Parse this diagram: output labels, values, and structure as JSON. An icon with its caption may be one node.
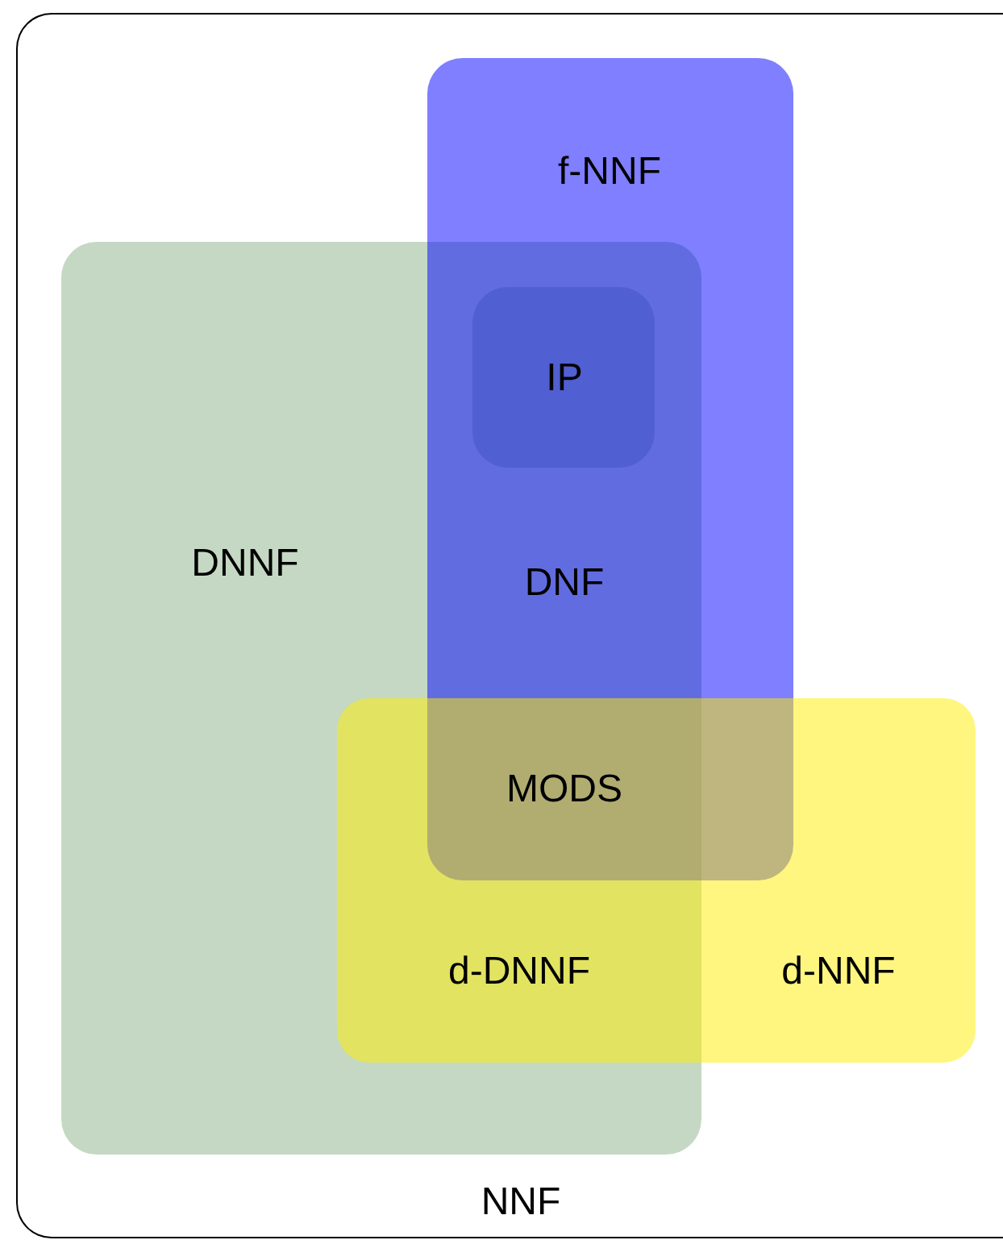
{
  "diagram": {
    "nodes": [
      {
        "text": [
          "NNF"
        ]
      },
      {
        "text": [
          "DNNF"
        ],
        "in": 0
      },
      {
        "text": [
          "f-NNF"
        ],
        "in": 0
      },
      {
        "text": [
          "IP"
        ]
      },
      {
        "text": [
          "d-NNF"
        ],
        "in": 0
      }
    ],
    "labels": [
      "DNF",
      "MODS",
      "d-DNNF"
    ]
  }
}
